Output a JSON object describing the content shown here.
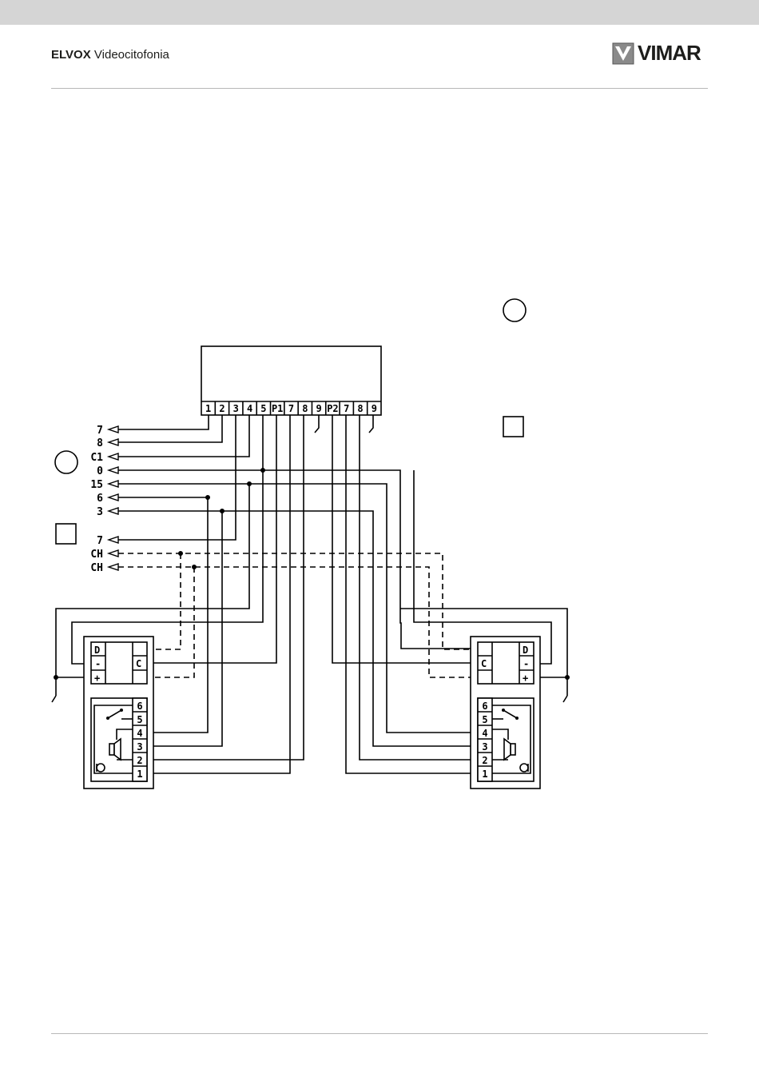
{
  "header": {
    "brand": "ELVOX",
    "subtitle": "Videocitofonia"
  },
  "logo": {
    "text": "VIMAR"
  },
  "diagram": {
    "wire_labels": [
      "7",
      "8",
      "C1",
      "0",
      "15",
      "6",
      "3",
      "7",
      "CH",
      "CH"
    ],
    "unit_terminals": [
      "1",
      "2",
      "3",
      "4",
      "5",
      "P1",
      "7",
      "8",
      "9",
      "P2",
      "7",
      "8",
      "9"
    ],
    "relay_left": [
      "D",
      "-",
      "+"
    ],
    "relay_right": [
      "D",
      "-",
      "+"
    ],
    "relay_common": "C",
    "handset_terminals": [
      "6",
      "5",
      "4",
      "3",
      "2",
      "1"
    ]
  },
  "colors": {
    "topbar": "#d5d5d5",
    "rule": "#b8b8b8",
    "text": "#1d1d1b"
  }
}
